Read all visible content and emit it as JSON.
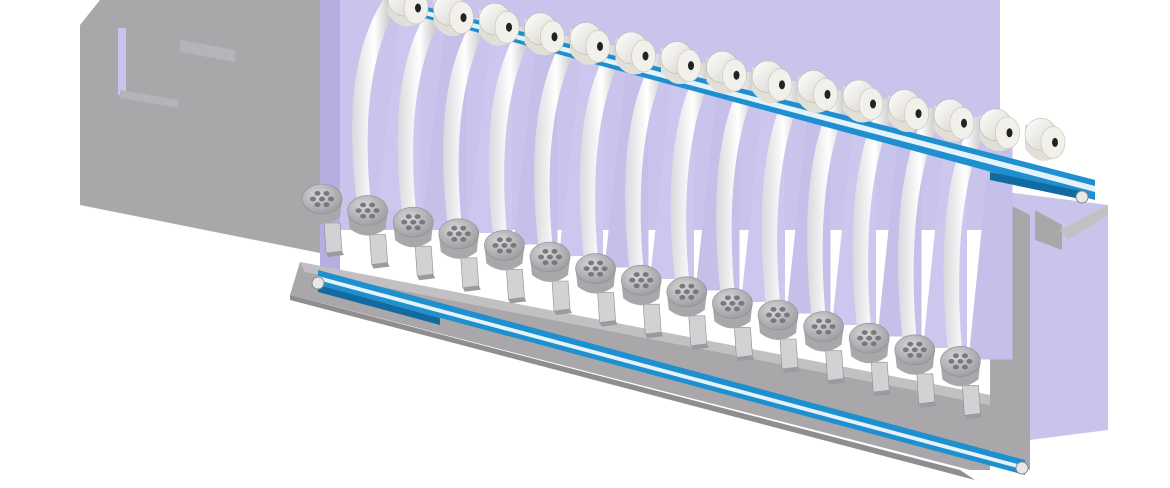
{
  "scene": {
    "subject": "",
    "colors": {
      "background": "#ffffff",
      "housing_gray": "#a9a7aa",
      "housing_gray_light": "#c2c0c3",
      "housing_gray_dark": "#8f8d90",
      "panel_lavender": "#c8c4ec",
      "panel_lavender_dark": "#b4afe0",
      "belt_blue": "#1e8fcf",
      "belt_blue_dark": "#136aa0",
      "roll_white": "#f2f0ea",
      "roll_core": "#222222",
      "cup_gray": "#b9b8bb",
      "cup_hole": "#7a787c"
    },
    "components": {
      "feed_roll_count": 15,
      "guide_chute_count": 14,
      "sliver_can_count": 15,
      "conveyor_count": 2
    }
  }
}
